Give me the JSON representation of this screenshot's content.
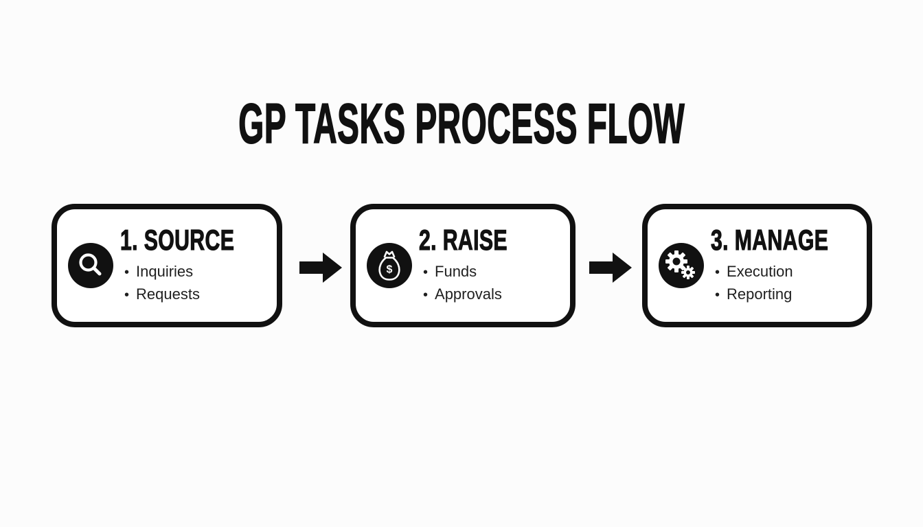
{
  "colors": {
    "ink": "#111111",
    "paper": "#ffffff",
    "background": "#fcfcfc",
    "bullet_text": "#1f1f1f"
  },
  "title": "GP TASKS PROCESS FLOW",
  "bullet_char": "•",
  "money_symbol": "$",
  "flow": {
    "steps": [
      {
        "heading": "1. SOURCE",
        "icon": "magnifier-search-icon",
        "bullets": [
          "Inquiries",
          "Requests"
        ]
      },
      {
        "heading": "2. RAISE",
        "icon": "money-bag-icon",
        "bullets": [
          "Funds",
          "Approvals"
        ]
      },
      {
        "heading": "3. MANAGE",
        "icon": "gears-icon",
        "bullets": [
          "Execution",
          "Reporting"
        ]
      }
    ],
    "connectors": [
      "arrow-right",
      "arrow-right"
    ]
  }
}
